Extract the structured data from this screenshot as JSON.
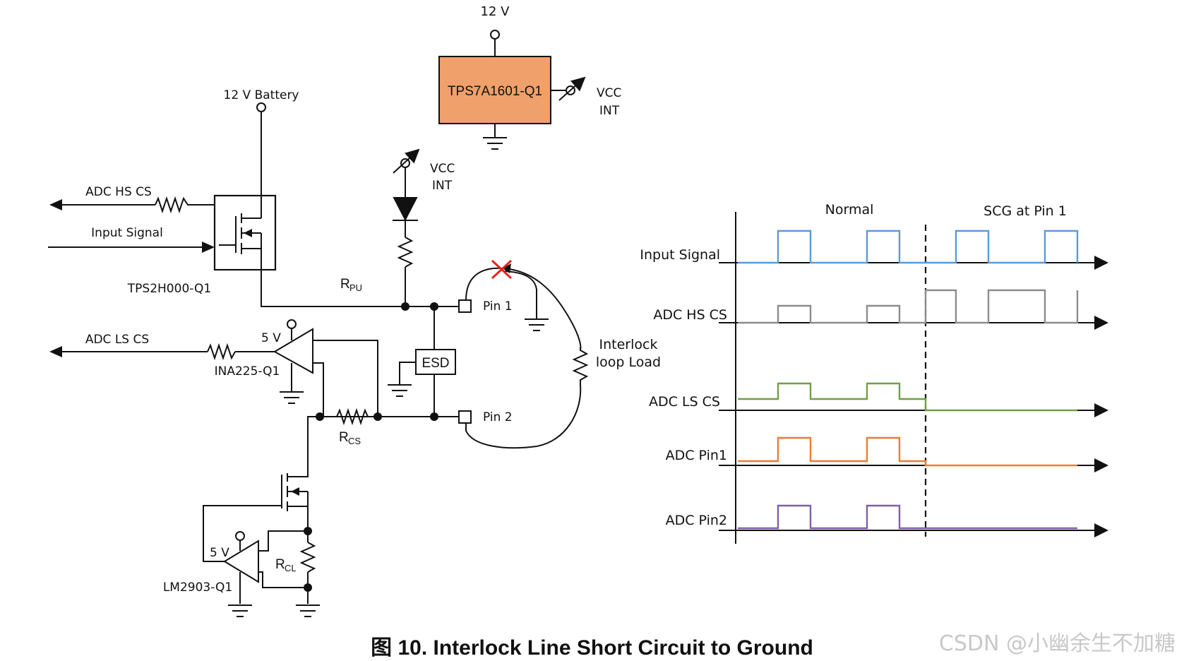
{
  "circuit": {
    "supply_12v": "12 V",
    "regulator": "TPS7A1601-Q1",
    "vcc_int_top": [
      "VCC",
      "INT"
    ],
    "vcc_int_mid": [
      "VCC",
      "INT"
    ],
    "battery": "12 V Battery",
    "adc_hs_cs": "ADC HS CS",
    "input_signal": "Input Signal",
    "high_side_switch": "TPS2H000-Q1",
    "r_pu": [
      "R",
      "PU"
    ],
    "pin1": "Pin 1",
    "pin2": "Pin 2",
    "esd": "ESD",
    "interlock_load": [
      "Interlock",
      "loop Load"
    ],
    "adc_ls_cs": "ADC LS CS",
    "amp_supply": "5 V",
    "current_amp": "INA225-Q1",
    "r_cs": [
      "R",
      "CS"
    ],
    "comp_supply": "5 V",
    "r_cl": [
      "R",
      "CL"
    ],
    "comparator": "LM2903-Q1",
    "fault_mark_icon": "red-x-icon",
    "fault_color": "#e8231f",
    "regulator_color": "#f0a06a"
  },
  "timing": {
    "phase_normal": "Normal",
    "phase_fault": "SCG at Pin 1",
    "signals": [
      {
        "label": "Input Signal",
        "color": "#5b9bd5"
      },
      {
        "label": "ADC HS CS",
        "color": "#8c8c8c"
      },
      {
        "label": "ADC LS CS",
        "color": "#70a040"
      },
      {
        "label": "ADC Pin1",
        "color": "#ed7d31"
      },
      {
        "label": "ADC Pin2",
        "color": "#7f5fa8"
      }
    ]
  },
  "caption": "图 10. Interlock Line Short Circuit to Ground",
  "watermark": "CSDN @小幽余生不加糖"
}
